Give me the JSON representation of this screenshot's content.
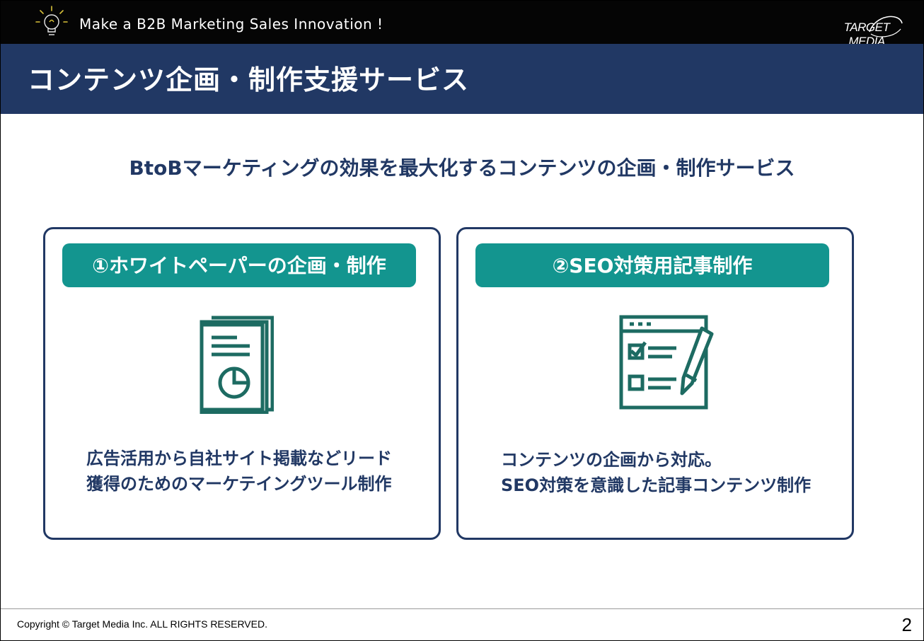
{
  "header": {
    "tagline": "Make a B2B Marketing Sales Innovation !",
    "logo_text": "TARGET MEDIA",
    "bulb_icon": "lightbulb-icon"
  },
  "title": "コンテンツ企画・制作支援サービス",
  "subtitle": "BtoBマーケティングの効果を最大化するコンテンツの企画・制作サービス",
  "cards": [
    {
      "title": "①ホワイトペーパーの企画・制作",
      "icon": "document-pie-chart-icon",
      "description": [
        "広告活用から自社サイト掲載などリード",
        "獲得のためのマーケテイングツール制作"
      ]
    },
    {
      "title": "②SEO対策用記事制作",
      "icon": "checklist-pen-icon",
      "description": [
        "コンテンツの企画から対応。",
        "SEO対策を意識した記事コンテンツ制作"
      ]
    }
  ],
  "footer": {
    "copyright": "Copyright © Target Media Inc. ALL RIGHTS RESERVED.",
    "page_number": "2"
  },
  "colors": {
    "navy": "#213864",
    "teal": "#13958f",
    "icon_green": "#1d6b62",
    "topbar": "#050505"
  }
}
